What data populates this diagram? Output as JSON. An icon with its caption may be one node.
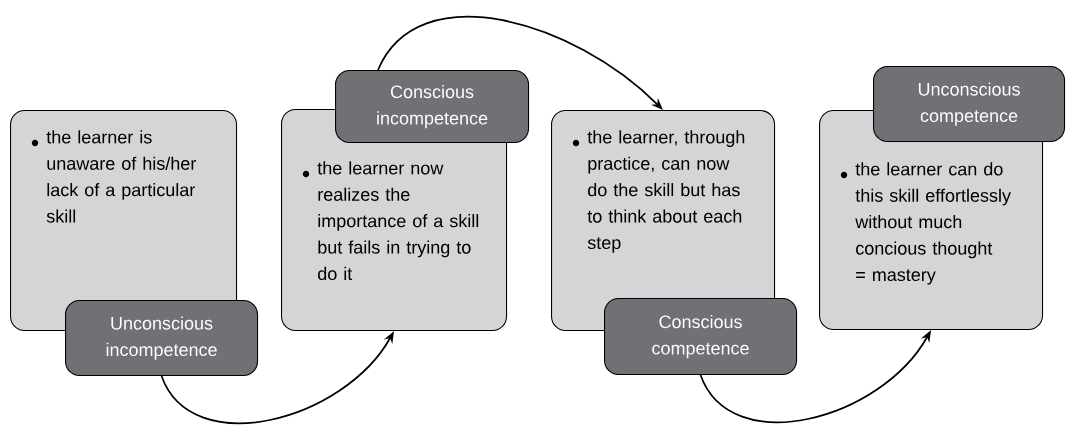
{
  "diagram": {
    "nodes": [
      {
        "text": [
          "the learner is unaware of his/her lack of a particular skill"
        ]
      },
      {
        "text": [
          "Unconscious incompetence"
        ]
      },
      {
        "text": [
          "Conscious incompetence"
        ]
      },
      {
        "text": [
          "the learner now realizes the importance of a skill but fails in trying to do it"
        ]
      },
      {
        "text": [
          "the learner, through practice, can now do the skill but has to think about each step"
        ]
      },
      {
        "text": [
          "Conscious competence"
        ]
      },
      {
        "text": [
          "Unconscious competence"
        ]
      },
      {
        "text": [
          "the learner can do this skill effortlessly without much concious thought = mastery"
        ]
      }
    ],
    "edges": [
      {
        "from": 1,
        "to": 3,
        "arrow": "to"
      },
      {
        "from": 2,
        "to": 4,
        "arrow": "to"
      },
      {
        "from": 5,
        "to": 7,
        "arrow": "to"
      }
    ]
  }
}
